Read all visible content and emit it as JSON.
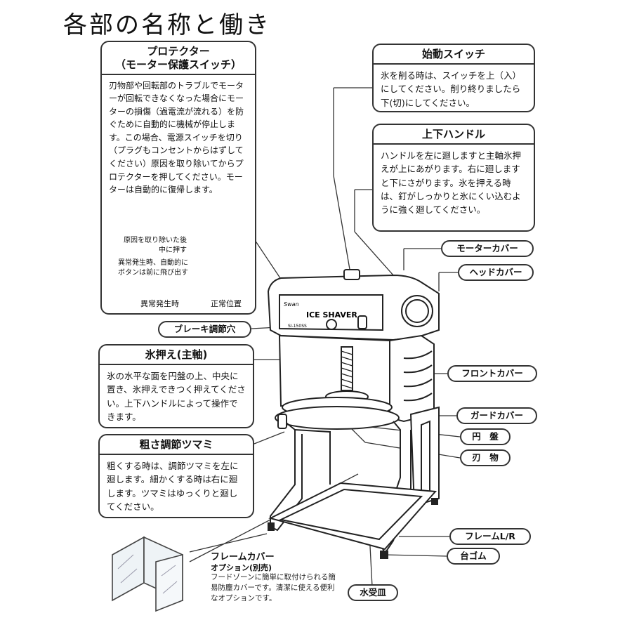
{
  "page_title": "各部の名称と働き",
  "protector": {
    "title_line1": "プロテクター",
    "title_line2": "（モーター保護スイッチ）",
    "text": "刃物部や回転部のトラブルでモーターが回転できなくなった場合にモーターの損傷（過電流が流れる）を防ぐために自動的に機械が停止します。この場合、電源スイッチを切り（プラグもコンセントからはずしてください）原因を取り除いてからプロテクターを押してください。モーターは自動的に復帰します。",
    "diagram_label_1a": "原因を取り除いた後",
    "diagram_label_1b": "中に押す",
    "diagram_label_2a": "異常発生時、自動的に",
    "diagram_label_2b": "ボタンは前に飛び出す",
    "diagram_label_abnormal": "異常発生時",
    "diagram_label_normal": "正常位置"
  },
  "start_switch": {
    "title": "始動スイッチ",
    "text": "氷を削る時は、スイッチを上（入）にしてください。削り終りましたら下(切)にしてください。"
  },
  "updown_handle": {
    "title": "上下ハンドル",
    "text": "ハンドルを左に廻しますと主軸氷押えが上にあがります。右に廻しますと下にさがります。氷を押える時は、釘がしっかりと氷にくい込むように強く廻してください。"
  },
  "ice_press": {
    "title": "氷押え(主軸)",
    "text": "氷の水平な面を円盤の上、中央に置き、氷押えできつく押えてください。上下ハンドルによって操作できます。"
  },
  "coarse_knob": {
    "title": "粗さ調節ツマミ",
    "text": "粗くする時は、調節ツマミを左に廻します。細かくする時は右に廻します。ツマミはゆっくりと廻してください。"
  },
  "labels": {
    "motor_cover": "モーターカバー",
    "head_cover": "ヘッドカバー",
    "brake_hole": "ブレーキ調節穴",
    "front_cover": "フロントカバー",
    "guard_cover": "ガードカバー",
    "disc": "円　盤",
    "blade": "刃　物",
    "frame_lr": "フレームL/R",
    "rubber_foot": "台ゴム",
    "water_tray": "水受皿"
  },
  "machine": {
    "brand": "Swan",
    "model": "SI-150SS",
    "name": "ICE SHAVER"
  },
  "frame_cover": {
    "title": "フレームカバー",
    "subtitle": "オプション(別売)",
    "text": "フードゾーンに簡単に取付けられる簡易防塵カバーです。清潔に使える便利なオプションです。"
  }
}
